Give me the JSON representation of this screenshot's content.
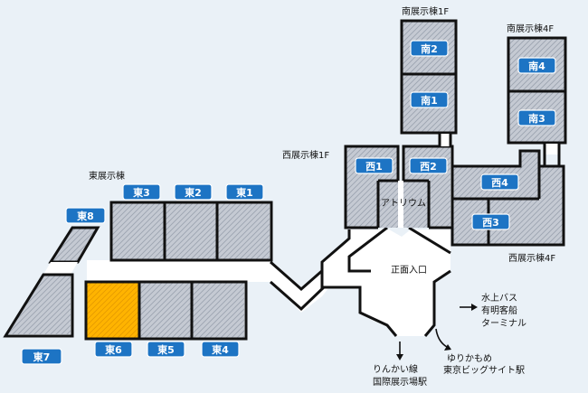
{
  "buildings": {
    "east": "東展示棟",
    "west_1f": "西展示棟1F",
    "west_4f": "西展示棟4F",
    "south_1f": "南展示棟1F",
    "south_4f": "南展示棟4F"
  },
  "halls": {
    "east1": "東1",
    "east2": "東2",
    "east3": "東3",
    "east4": "東4",
    "east5": "東5",
    "east6": "東6",
    "east7": "東7",
    "east8": "東8",
    "west1": "西1",
    "west2": "西2",
    "west3": "西3",
    "west4": "西4",
    "south1": "南1",
    "south2": "南2",
    "south3": "南3",
    "south4": "南4"
  },
  "places": {
    "atrium": "アトリウム",
    "main_entrance": "正面入口"
  },
  "transport": {
    "water_bus": [
      "水上バス",
      "有明客船",
      "ターミナル"
    ],
    "rinkai_line": [
      "りんかい線",
      "国際展示場駅"
    ],
    "yurikamome": [
      "ゆりかもめ",
      "東京ビッグサイト駅"
    ]
  },
  "colors": {
    "background": "#eaf1f7",
    "hall_fill": "#c5cad3",
    "highlight": "#ffb400",
    "label_bg": "#1d74c4",
    "outline": "#111111"
  },
  "highlighted_hall": "east6"
}
